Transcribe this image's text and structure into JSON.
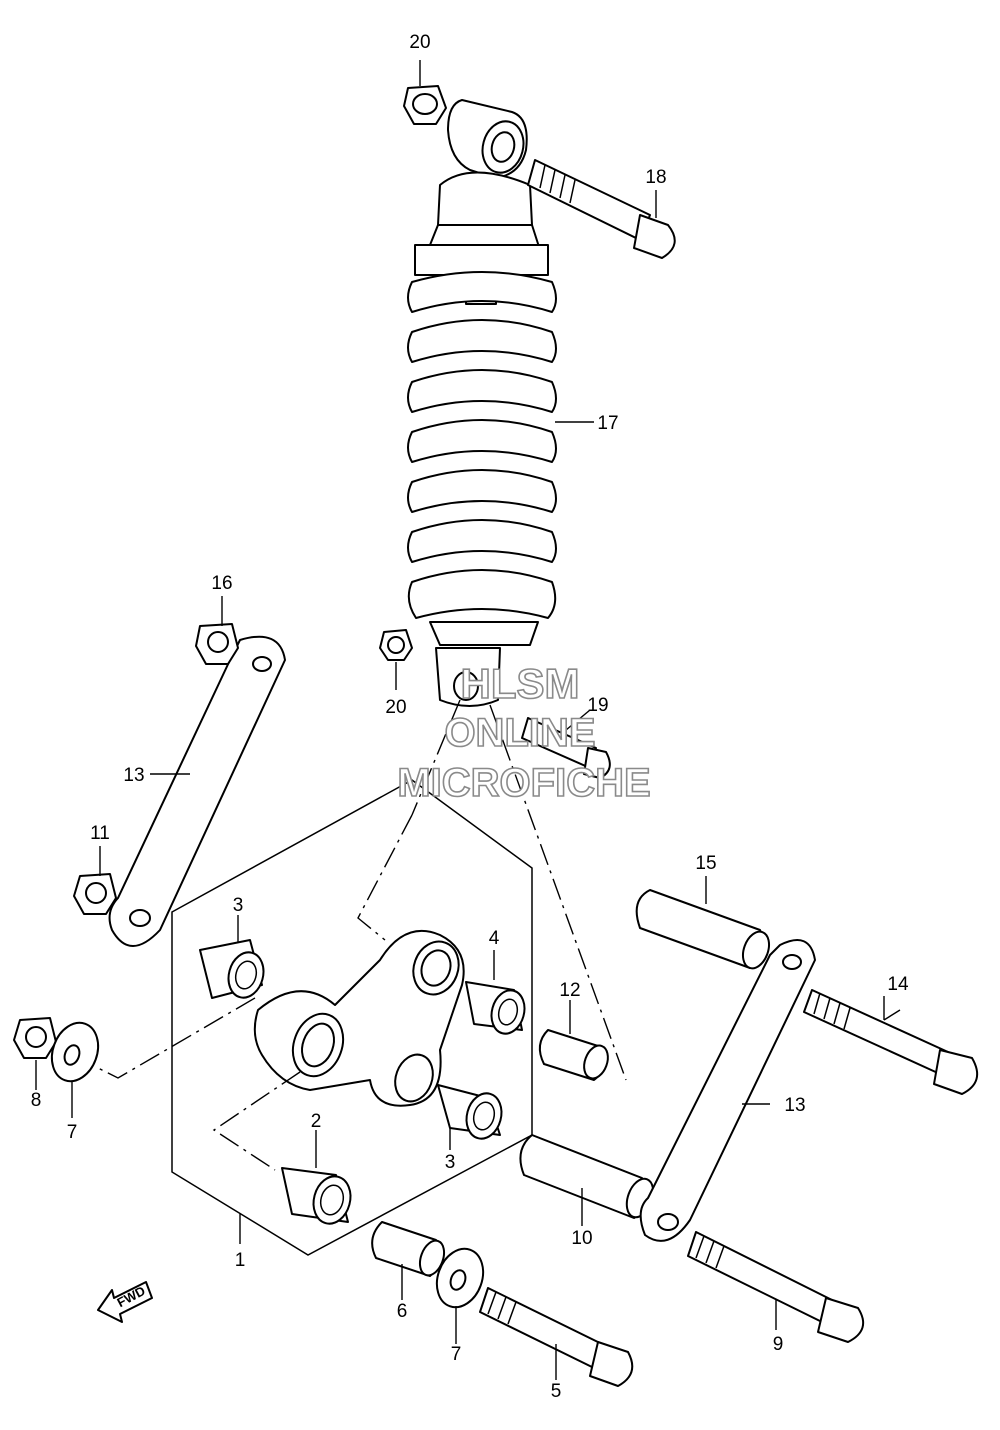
{
  "diagram": {
    "callouts": {
      "c1": "1",
      "c2": "2",
      "c3a": "3",
      "c3b": "3",
      "c4": "4",
      "c5": "5",
      "c6": "6",
      "c7a": "7",
      "c7b": "7",
      "c8": "8",
      "c9": "9",
      "c10": "10",
      "c11": "11",
      "c12": "12",
      "c13a": "13",
      "c13b": "13",
      "c14": "14",
      "c15": "15",
      "c16": "16",
      "c17": "17",
      "c18": "18",
      "c19": "19",
      "c20a": "20",
      "c20b": "20"
    },
    "watermark": {
      "line1": "HLSM",
      "line2": "ONLINE",
      "line3": "MICROFICHE"
    },
    "fwd_label": "FWD"
  }
}
